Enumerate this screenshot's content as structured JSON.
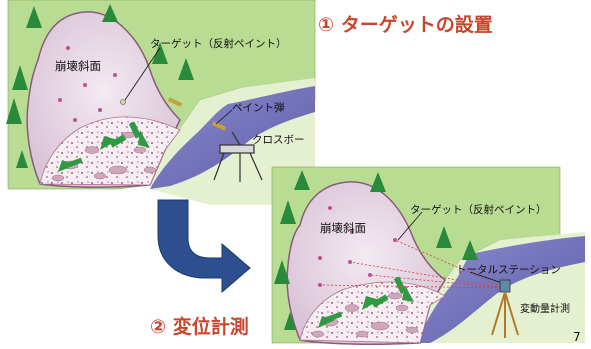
{
  "step1": {
    "title": "① ターゲットの設置"
  },
  "step2": {
    "title": "② 変位計測"
  },
  "panel1": {
    "slope_label": "崩壊斜面",
    "target_label": "ターゲット（反射ペイント）",
    "paint_label": "ペイント弾",
    "crossbow_label": "クロスボー"
  },
  "panel2": {
    "slope_label": "崩壊斜面",
    "target_label": "ターゲット（反射ペイント）",
    "station_label": "トータルステーション",
    "measure_label": "変動量計測"
  },
  "page_number": "7",
  "colors": {
    "title": "#c8462d",
    "grass": "#b9dc93",
    "slope": "#e8d8e4",
    "river": "#6d6cb7",
    "arrow_blue": "#2d4f8f",
    "debris_arrow": "#2e9b43",
    "tree": "#2a8a3c",
    "target_dot": "#c0508f",
    "laser": "#d04040"
  }
}
